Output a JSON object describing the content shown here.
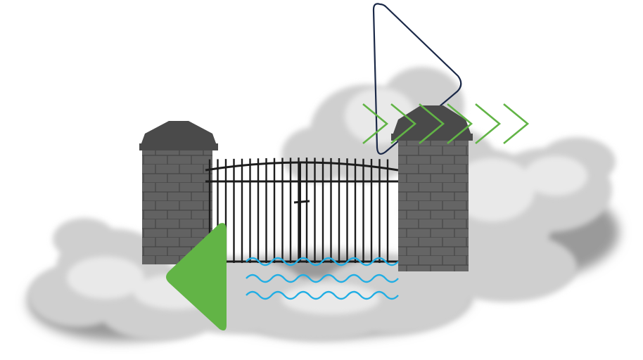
{
  "scene": {
    "subject": "iron-gate-between-stone-pillars-on-cloud",
    "elements": [
      "cloud-image",
      "stone-pillar-left",
      "stone-pillar-right",
      "iron-gate",
      "triangle-outline-icon",
      "chevrons-right-icon",
      "triangle-left-icon",
      "wave-lines-icon"
    ]
  },
  "colors": {
    "background": "#ffffff",
    "accent_green": "#62b446",
    "accent_blue": "#21aee4",
    "outline_navy": "#1a2847",
    "iron": "#1c1c1c",
    "stone": "#6b6b6b",
    "stone_dark": "#4a4a4a",
    "cloud": "#cfcfcf",
    "cloud_light": "#e9e9e9",
    "cloud_shadow": "#9a9a9a"
  }
}
